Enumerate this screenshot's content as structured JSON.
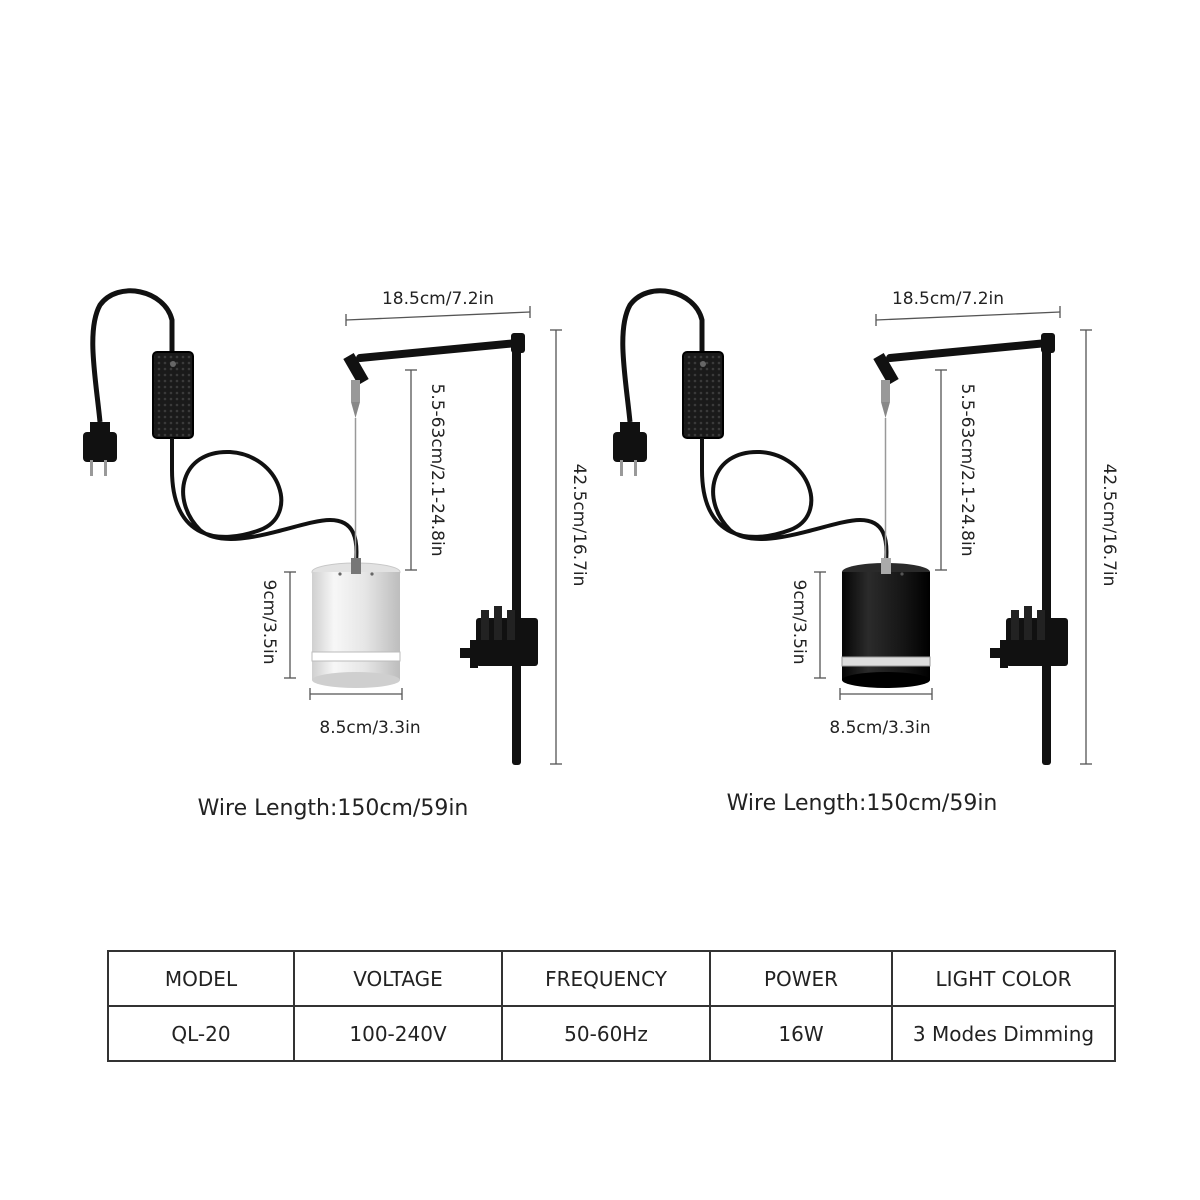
{
  "variants": [
    {
      "finish": "white",
      "dimensions": {
        "arm_width": "18.5cm/7.2in",
        "hang_range": "5.5-63cm/2.1-24.8in",
        "pole_height": "42.5cm/16.7in",
        "lamp_height": "9cm/3.5in",
        "lamp_width": "8.5cm/3.3in"
      },
      "wire_length": "Wire Length:150cm/59in"
    },
    {
      "finish": "black",
      "dimensions": {
        "arm_width": "18.5cm/7.2in",
        "hang_range": "5.5-63cm/2.1-24.8in",
        "pole_height": "42.5cm/16.7in",
        "lamp_height": "9cm/3.5in",
        "lamp_width": "8.5cm/3.3in"
      },
      "wire_length": "Wire Length:150cm/59in"
    }
  ],
  "spec_table": {
    "headers": [
      "MODEL",
      "VOLTAGE",
      "FREQUENCY",
      "POWER",
      "LIGHT COLOR"
    ],
    "row": [
      "QL-20",
      "100-240V",
      "50-60Hz",
      "16W",
      "3 Modes Dimming"
    ]
  },
  "colors": {
    "product_black": "#111111",
    "lamp_white": "#eeeeee",
    "line": "#555555"
  }
}
